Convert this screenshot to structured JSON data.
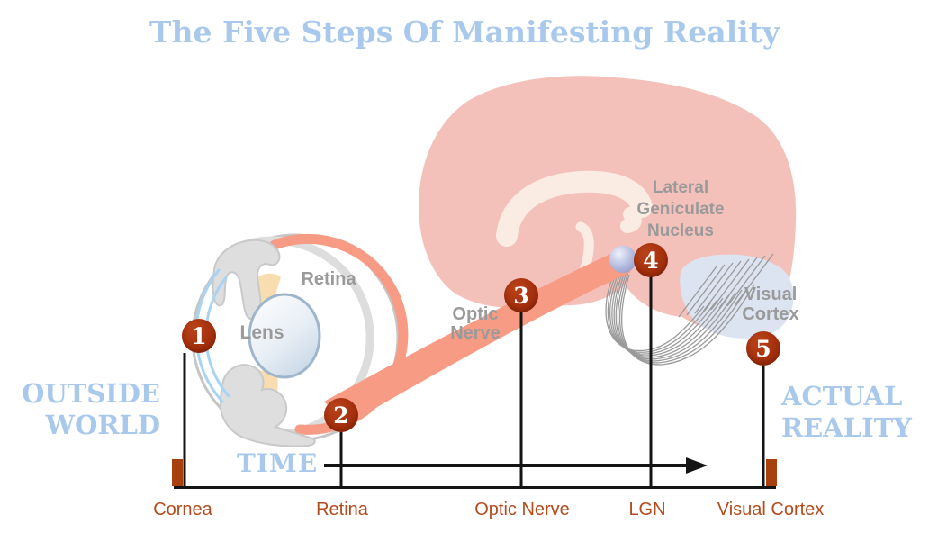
{
  "title": "The Five Steps Of Manifesting Reality",
  "captions": {
    "outside": "OUTSIDE\nWORLD",
    "reality": "ACTUAL\nREALITY",
    "time": "TIME"
  },
  "anatomy": {
    "retina": "Retina",
    "lens": "Lens",
    "optic_nerve": "Optic\nNerve",
    "lgn": "Lateral\nGeniculate\nNucleus",
    "visual_cortex": "Visual\nCortex"
  },
  "steps": [
    {
      "number": "1",
      "label": "Cornea"
    },
    {
      "number": "2",
      "label": "Retina"
    },
    {
      "number": "3",
      "label": "Optic Nerve"
    },
    {
      "number": "4",
      "label": "LGN"
    },
    {
      "number": "5",
      "label": "Visual Cortex"
    }
  ],
  "colors": {
    "accent_blue": "#a9c9ec",
    "badge_red": "#a5300d",
    "axis_label_rust": "#b34b1d",
    "brain_pink": "#f4c1ba",
    "brain_inner": "#fbece3",
    "nerve_salmon": "#f79b85",
    "cortex_lavender": "#dce3f1",
    "lgn_sphere": "#a9b0d8",
    "label_gray": "#9a9a9a",
    "cornea_blue": "#a7d4f4"
  }
}
